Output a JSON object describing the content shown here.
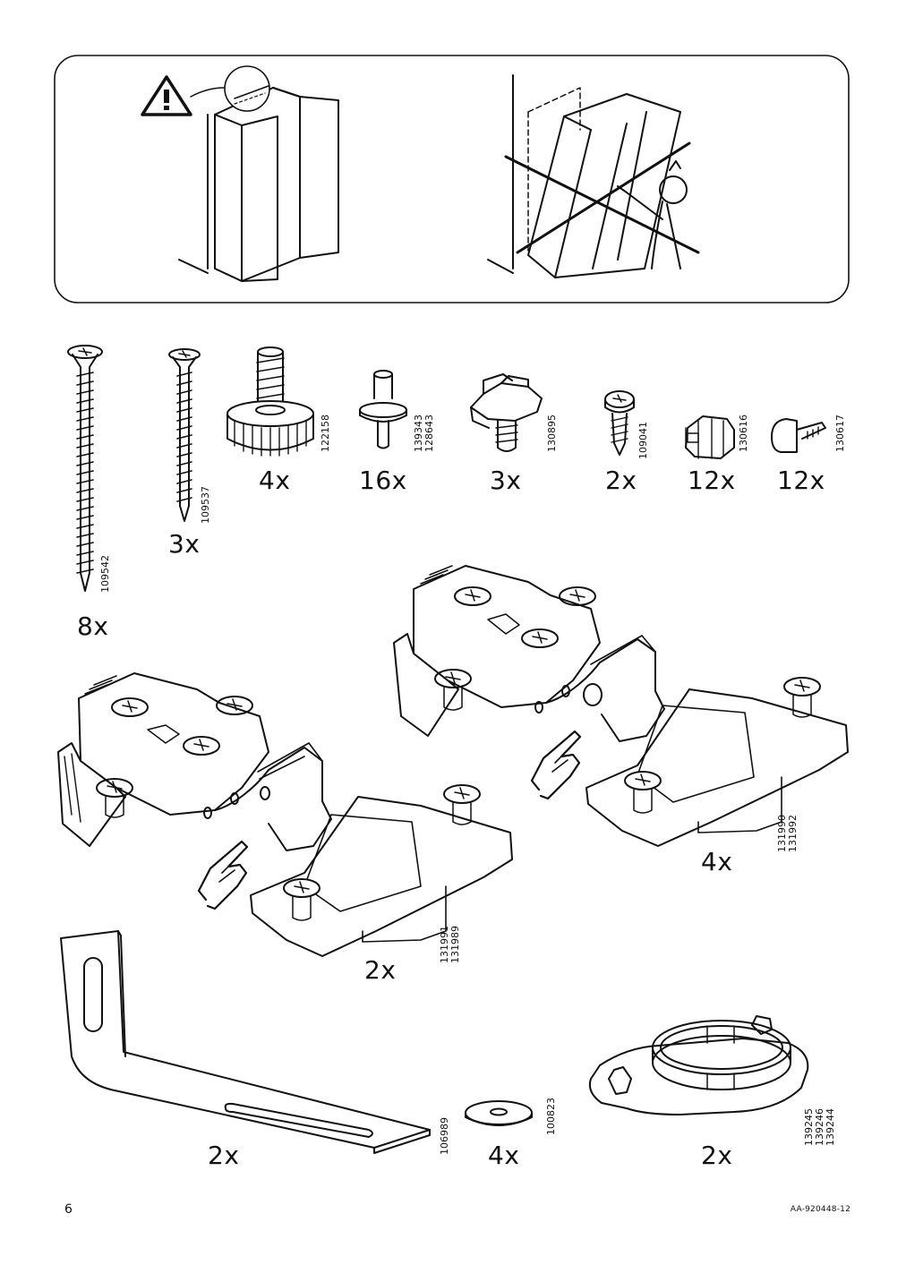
{
  "warning_panel": {
    "warning_icon": "warning-triangle-icon",
    "left_scene": "cabinet-against-wall-correct",
    "right_scene": "person-lifting-cabinet-crossed-out"
  },
  "parts": [
    {
      "name": "long-screw",
      "code": "109542",
      "qty": "8x"
    },
    {
      "name": "medium-screw",
      "code": "109537",
      "qty": "3x"
    },
    {
      "name": "adjustable-foot",
      "code": "122158",
      "qty": "4x"
    },
    {
      "name": "shelf-pin",
      "code": "139343\n128643",
      "qty": "16x"
    },
    {
      "name": "hinge-clip",
      "code": "130895",
      "qty": "3x"
    },
    {
      "name": "short-screw",
      "code": "109041",
      "qty": "2x"
    },
    {
      "name": "cam-lock",
      "code": "130616",
      "qty": "12x"
    },
    {
      "name": "cam-bolt",
      "code": "130617",
      "qty": "12x"
    }
  ],
  "hinges": [
    {
      "code": "131991\n131989",
      "qty": "2x"
    },
    {
      "code": "131990\n131992",
      "qty": "4x"
    }
  ],
  "bottom_parts": [
    {
      "name": "angle-bracket",
      "code": "106989",
      "qty": "2x"
    },
    {
      "name": "washer",
      "code": "100823",
      "qty": "4x"
    },
    {
      "name": "ring-mount",
      "code": "139245\n139246\n139244",
      "qty": "2x"
    }
  ],
  "footer": {
    "page_number": "6",
    "doc_id": "AA-920448-12"
  }
}
